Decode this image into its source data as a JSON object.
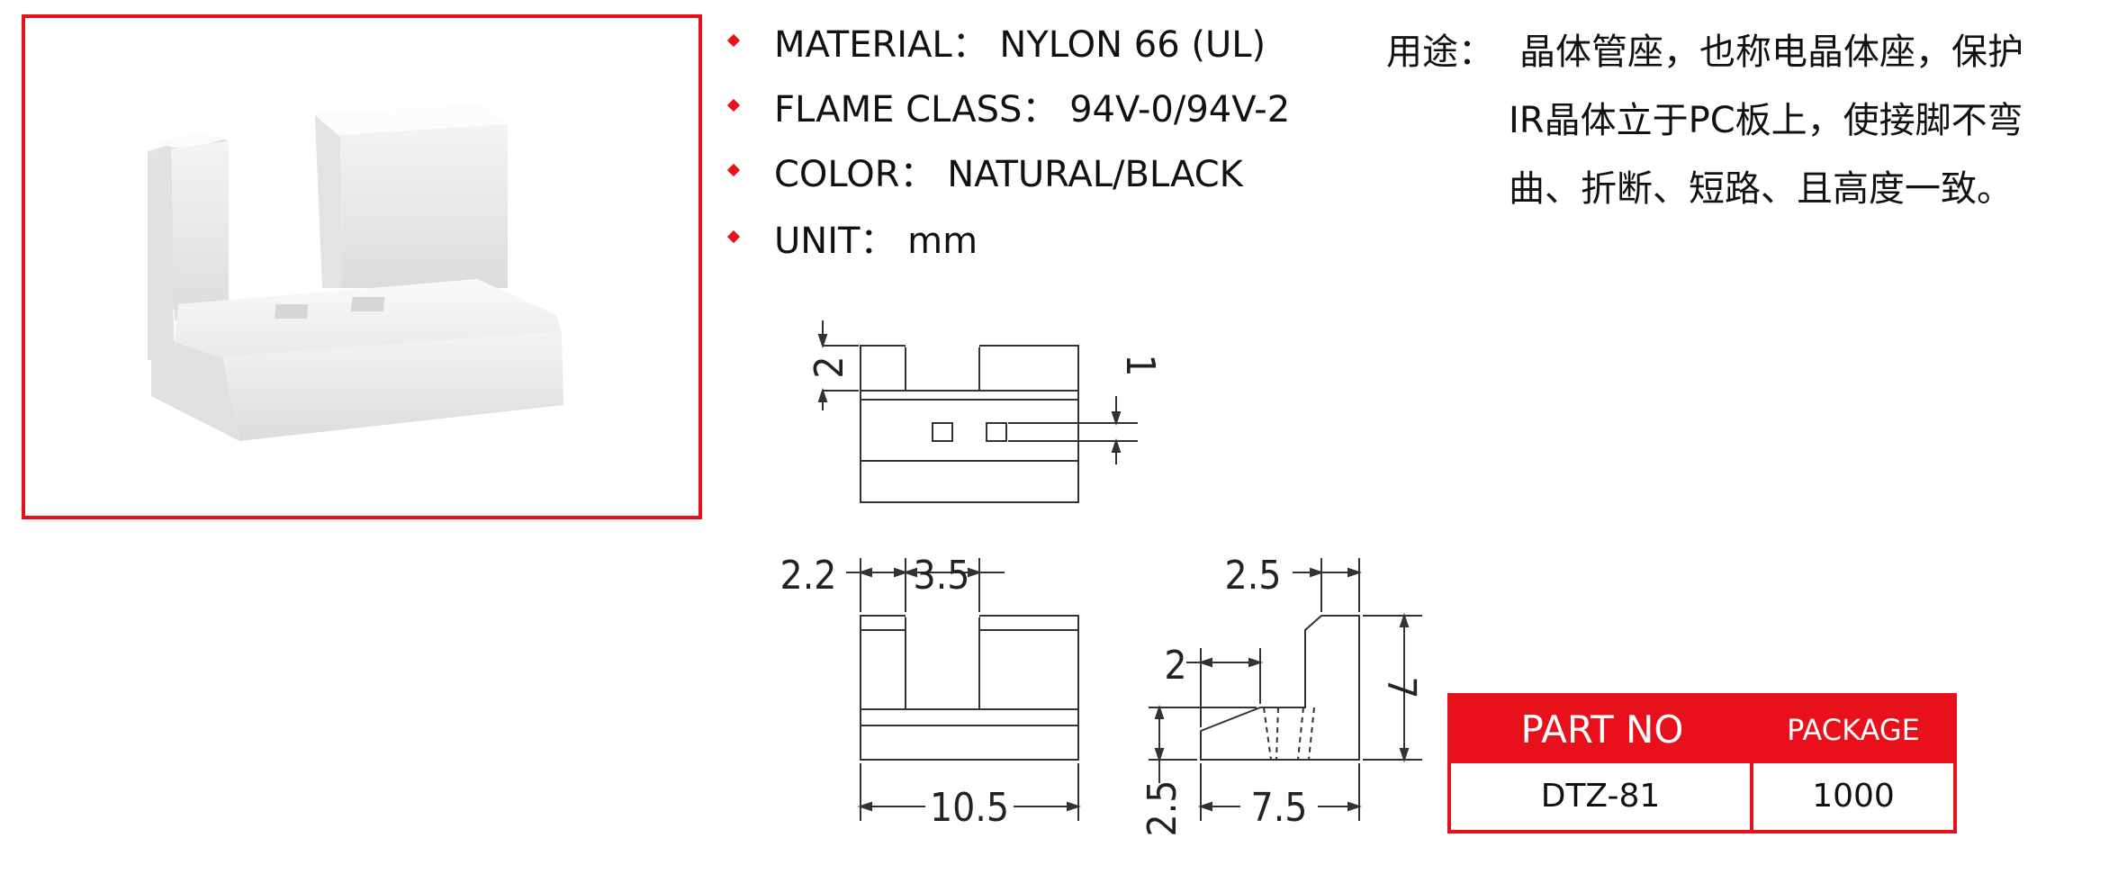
{
  "specs": [
    {
      "text": "MATERIAL： NYLON 66 (UL)"
    },
    {
      "text": "FLAME CLASS： 94V-0/94V-2"
    },
    {
      "text": "COLOR： NATURAL/BLACK"
    },
    {
      "text": "UNIT： mm"
    }
  ],
  "usage": {
    "label": "用途：",
    "lines": [
      "晶体管座，也称电晶体座，保护",
      "IR晶体立于PC板上，使接脚不弯",
      "曲、折断、短路、且高度一致。"
    ]
  },
  "dimensions": {
    "top_height": "2",
    "hole_size": "1",
    "left_wall": "2.2",
    "gap": "3.5",
    "total_width": "10.5",
    "side_top": "2.5",
    "side_step": "2",
    "side_height": "7",
    "side_base": "2.5",
    "side_depth": "7.5"
  },
  "table": {
    "headers": [
      "PART NO",
      "PACKAGE"
    ],
    "row": [
      "DTZ-81",
      "1000"
    ]
  },
  "colors": {
    "accent": "#e8101a",
    "line": "#333333",
    "part": "#f2f2f2"
  }
}
